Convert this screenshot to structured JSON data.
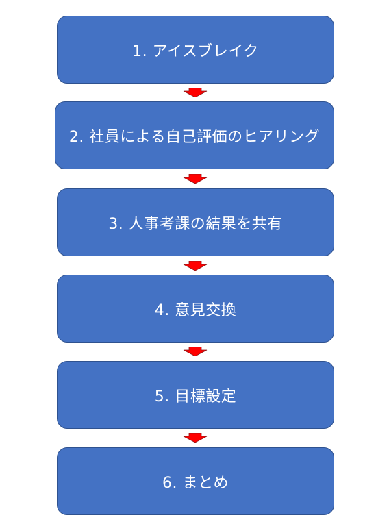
{
  "steps": [
    {
      "label": "1. アイスブレイク"
    },
    {
      "label": "2. 社員による自己評価のヒアリング"
    },
    {
      "label": "3. 人事考課の結果を共有"
    },
    {
      "label": "4. 意見交換"
    },
    {
      "label": "5. 目標設定"
    },
    {
      "label": "6. まとめ"
    }
  ],
  "colors": {
    "box_fill": "#4472c4",
    "box_border": "#2f528f",
    "text": "#ffffff",
    "arrow_fill": "#ff0000",
    "arrow_edge": "#8b1a1a"
  }
}
